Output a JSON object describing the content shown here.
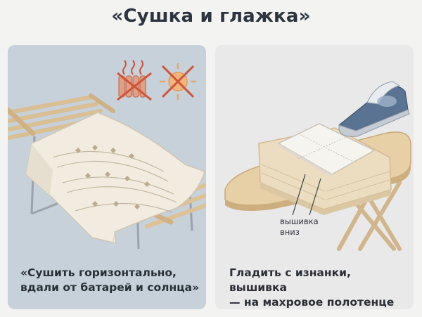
{
  "title": "«Сушка и глажка»",
  "left_panel": {
    "caption_line1": "«Сушить горизонтально,",
    "caption_line2": "вдали от батарей и солнца»",
    "icons": [
      "no-radiator-icon",
      "no-sun-icon"
    ]
  },
  "right_panel": {
    "caption_line1": "Гладить с изнанки, вышивка",
    "caption_line2": "— на махровое полотенце",
    "callout_line1": "вышивка",
    "callout_line2": "вниз"
  },
  "colors": {
    "left_bg": "#c7d1d9",
    "right_bg": "#e9e9ea",
    "prohibit_red": "#d0533a",
    "wood": "#e2c79c",
    "iron_blue": "#5a7393"
  }
}
